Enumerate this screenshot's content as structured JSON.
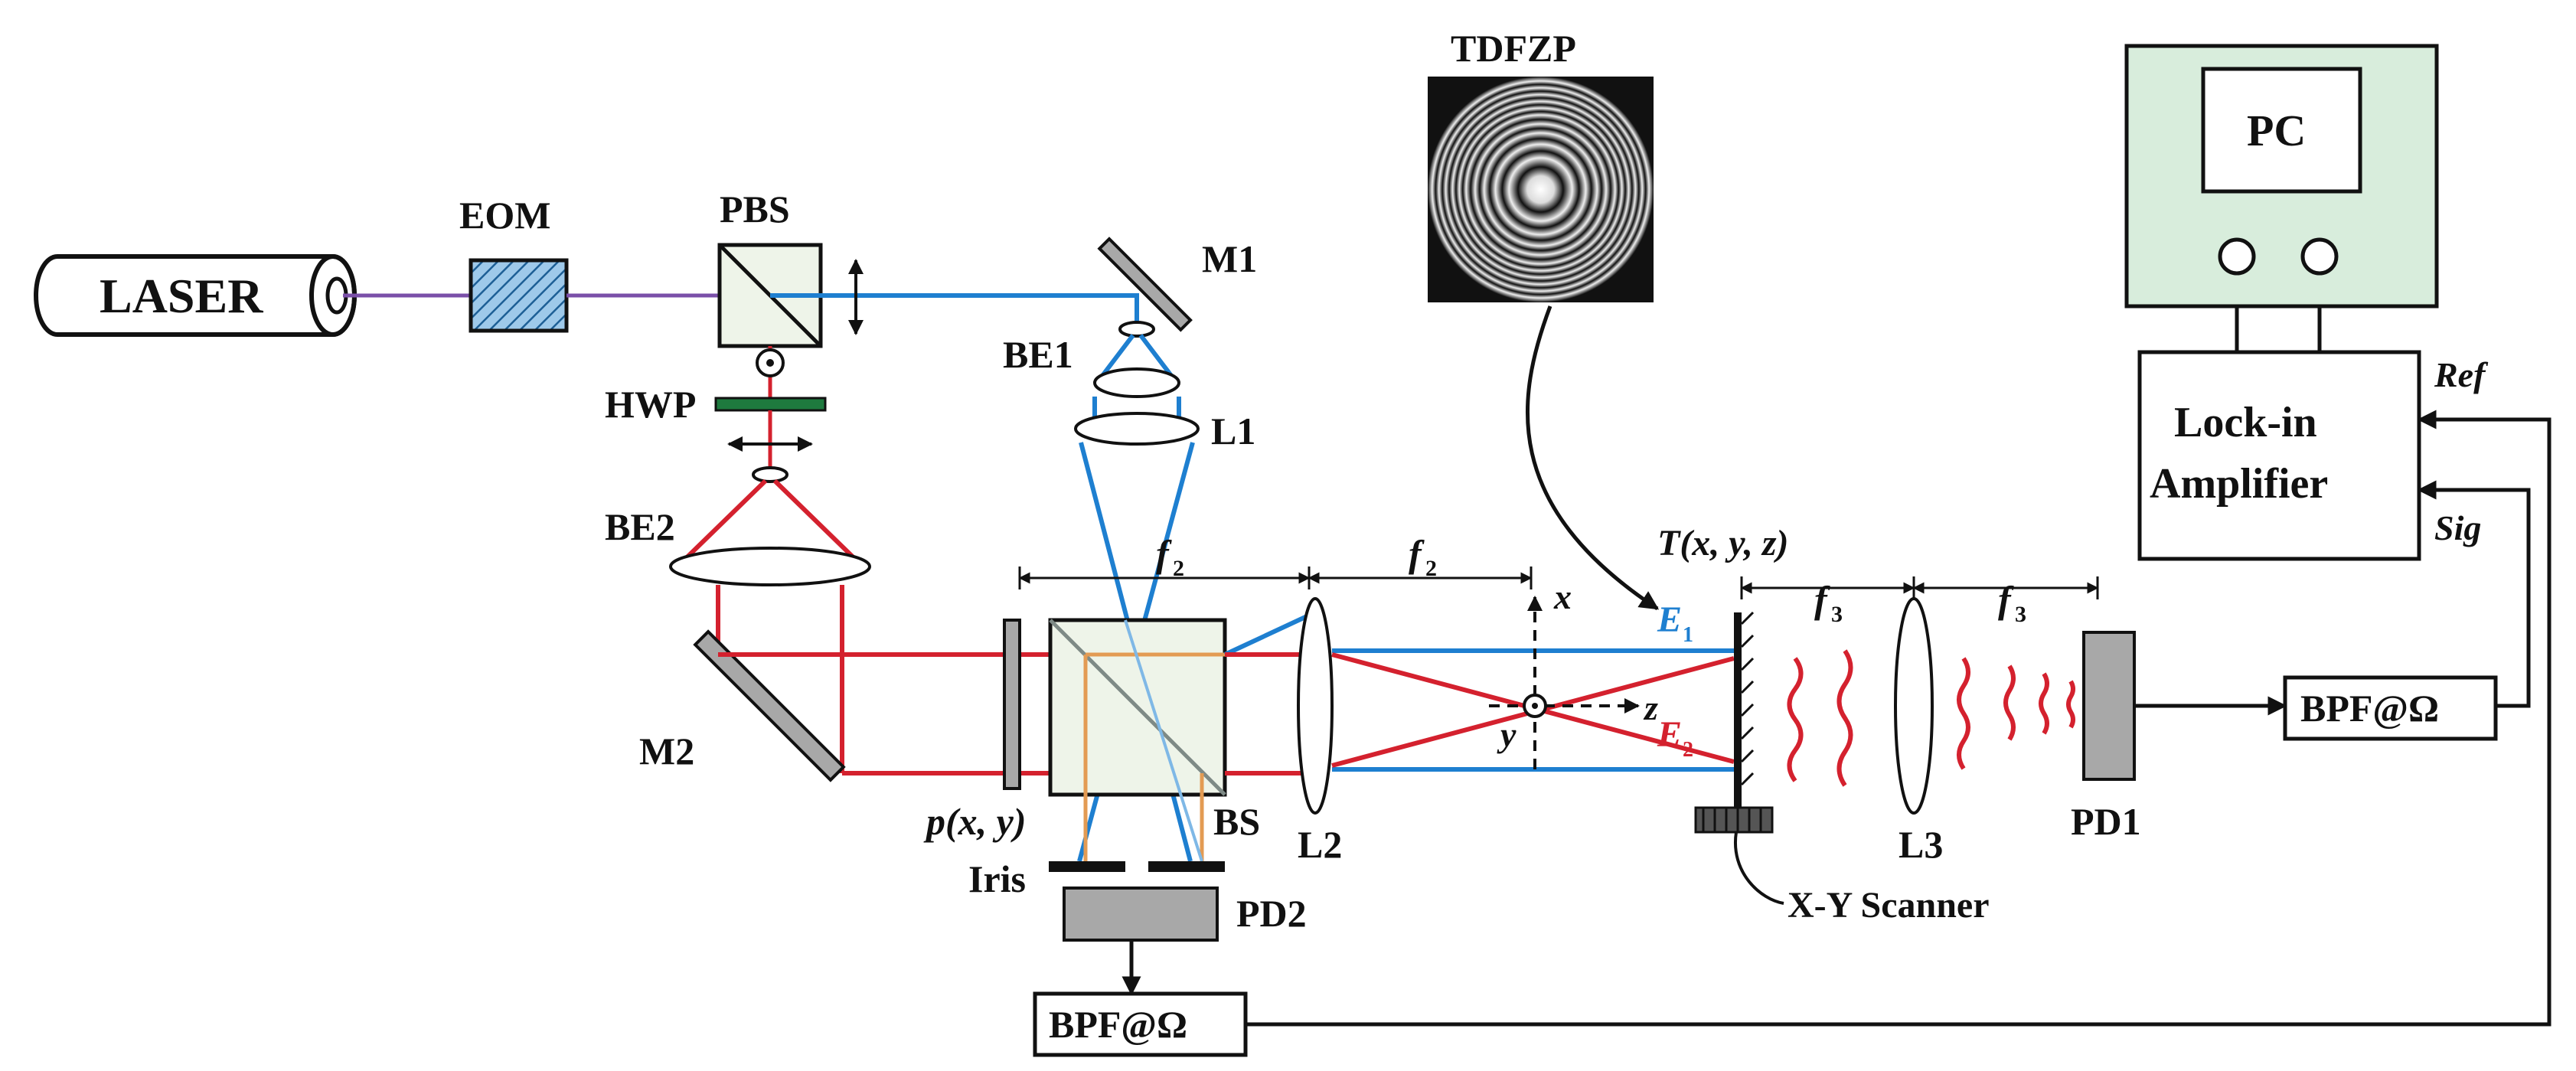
{
  "labels": {
    "laser": "LASER",
    "eom": "EOM",
    "pbs": "PBS",
    "m1": "M1",
    "be1": "BE1",
    "l1": "L1",
    "hwp": "HWP",
    "be2": "BE2",
    "m2": "M2",
    "f2_a": "f",
    "f2_a_sub": "2",
    "f2_b": "f",
    "f2_b_sub": "2",
    "f3_a": "f",
    "f3_a_sub": "3",
    "f3_b": "f",
    "f3_b_sub": "3",
    "p_xy": "p(x, y)",
    "iris": "Iris",
    "bs": "BS",
    "l2": "L2",
    "pd2": "PD2",
    "bpf_bottom": "BPF@Ω",
    "axis_x": "x",
    "axis_y": "y",
    "axis_z": "z",
    "e1": "E",
    "e1_sub": "1",
    "e2": "E",
    "e2_sub": "2",
    "t_xyz": "T(x, y, z)",
    "tdfzp": "TDFZP",
    "xy_scanner": "X-Y Scanner",
    "l3": "L3",
    "pd1": "PD1",
    "bpf_right": "BPF@Ω",
    "pc": "PC",
    "lockin_1": "Lock-in",
    "lockin_2": "Amplifier",
    "ref": "Ref",
    "sig": "Sig"
  },
  "colors": {
    "blue_beam": "#1e7fd0",
    "red_beam": "#d4212e",
    "orange_beam": "#e39b53",
    "pc_panel": "#d8eddc",
    "hwp": "#1e7a3e",
    "eom": "#9ec9ea",
    "detector": "#a8a8a8"
  }
}
